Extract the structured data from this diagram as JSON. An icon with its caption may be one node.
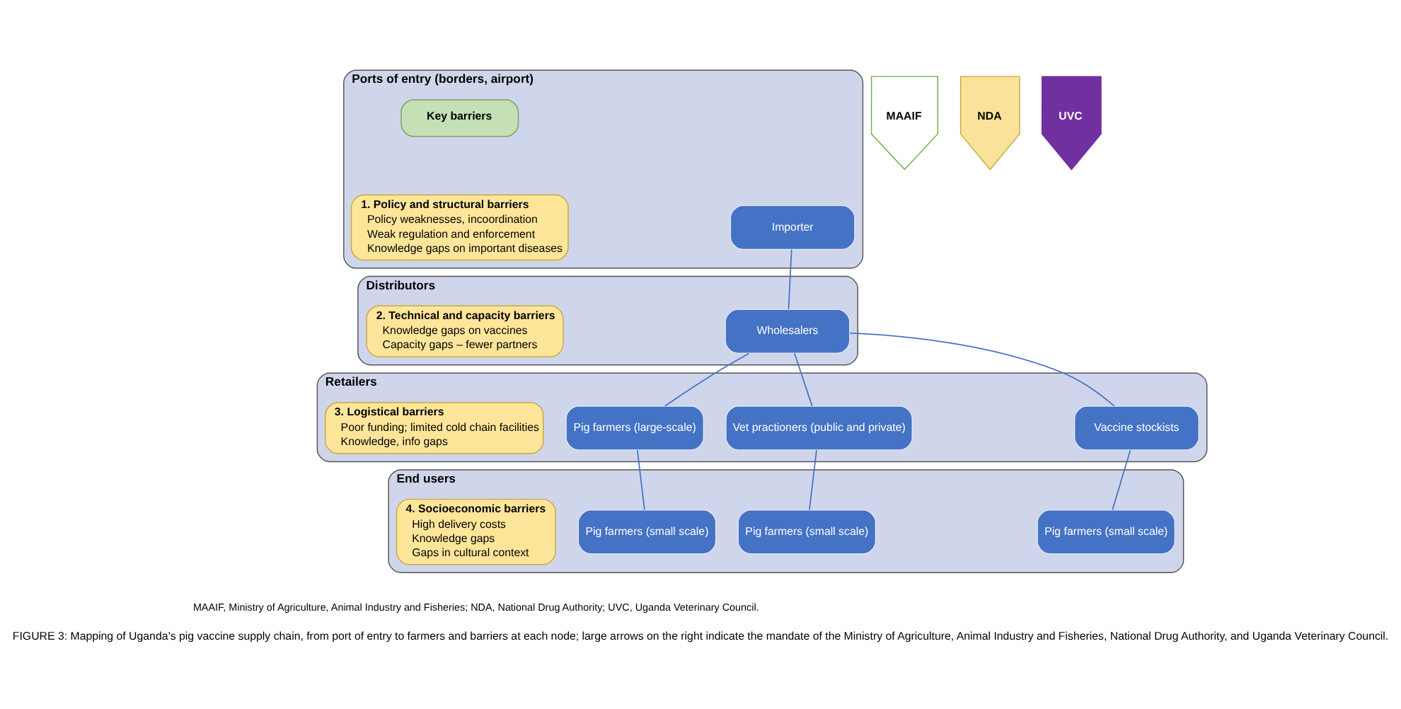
{
  "diagram": {
    "caption": "FIGURE 3: Mapping of Uganda’s pig vaccine supply chain, from port of entry to farmers and barriers at each node; large arrows on the right indicate the mandate of the Ministry of Agriculture, Animal Industry and Fisheries, National Drug Authority, and Uganda Veterinary Council.",
    "nodes": [
      {
        "text": [
          "Ports of entry (borders, airport)"
        ]
      },
      {
        "text": [
          "Importer"
        ],
        "in": 0
      },
      {
        "text": [
          "Key barriers"
        ],
        "in": 0
      },
      {
        "text": [
          "1. Policy and structural barriers",
          "Policy weaknesses, incoordination",
          "Weak regulation and enforcement",
          "Knowledge gaps on important diseases"
        ],
        "in": 0
      },
      {
        "text": [
          "Distributors"
        ]
      },
      {
        "text": [
          "Wholesalers"
        ],
        "in": 4
      },
      {
        "text": [
          "2. Technical and capacity barriers",
          "Knowledge gaps on vaccines",
          "Capacity gaps – fewer partners"
        ],
        "in": 4
      },
      {
        "text": [
          "Retailers"
        ]
      },
      {
        "text": [
          "Vaccine stockists"
        ],
        "in": 7
      },
      {
        "text": [
          "Vet practioners (public and private)"
        ],
        "in": 7
      },
      {
        "text": [
          "Pig farmers (large-scale)"
        ],
        "in": 7
      },
      {
        "text": [
          "3. Logistical barriers",
          "Poor funding; limited cold chain facilities",
          "Knowledge, info gaps"
        ],
        "in": 7
      },
      {
        "text": [
          "End users"
        ]
      },
      {
        "text": [
          "Pig farmers (small scale)"
        ],
        "in": 12
      },
      {
        "text": [
          "Pig farmers (small scale)"
        ],
        "in": 12
      },
      {
        "text": [
          "Pig farmers (small scale)"
        ],
        "in": 12
      },
      {
        "text": [
          "4. Socioeconomic barriers",
          "High delivery costs",
          "Knowledge gaps",
          "Gaps in cultural context"
        ],
        "in": 12
      },
      {
        "text": [
          "MAAIF"
        ]
      },
      {
        "text": [
          "NDA"
        ]
      },
      {
        "text": [
          "UVC"
        ]
      }
    ],
    "edges": [
      {
        "from": 1,
        "to": 5,
        "arrow": "none"
      },
      {
        "from": 5,
        "to": 8,
        "arrow": "none"
      },
      {
        "from": 5,
        "to": 9,
        "arrow": "none"
      },
      {
        "from": 5,
        "to": 10,
        "arrow": "none"
      },
      {
        "from": 8,
        "to": 13,
        "arrow": "none"
      },
      {
        "from": 9,
        "to": 14,
        "arrow": "none"
      },
      {
        "from": 10,
        "to": 15,
        "arrow": "none"
      }
    ],
    "labels": [
      "MAAIF, Ministry of Agriculture, Animal Industry and Fisheries; NDA, National Drug Authority; UVC, Uganda Veterinary Council."
    ]
  }
}
